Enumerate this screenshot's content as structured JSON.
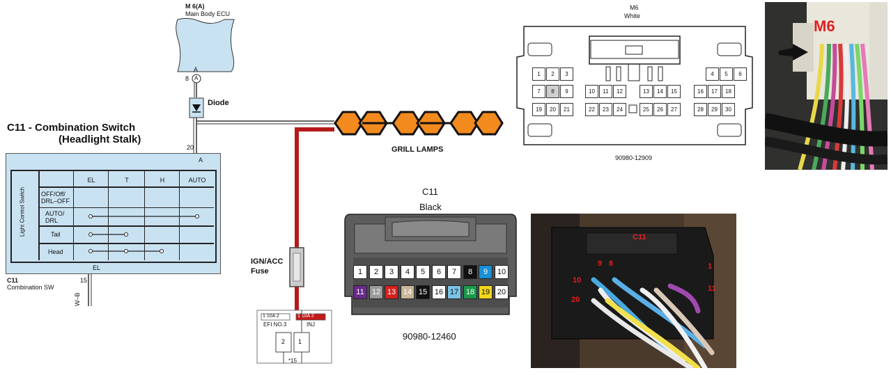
{
  "ecu": {
    "code": "M 6(A)",
    "name": "Main Body ECU",
    "pin_letter": "A",
    "pin_number": "8",
    "pin_circle": "A"
  },
  "diode_label": "Diode",
  "switch": {
    "title_line1": "C11 - Combination Switch",
    "title_line2": "(Headlight Stalk)",
    "pin_20": "20",
    "pin_a": "A",
    "vertical_label": "Light Control Switch",
    "columns": [
      "EL",
      "T",
      "H",
      "AUTO"
    ],
    "rows": [
      "OFF/Off/ DRL–OFF",
      "AUTO/ DRL",
      "Tail",
      "Head"
    ],
    "el_label": "EL",
    "footer_code": "C11",
    "footer_name": "Combination SW",
    "pin_15": "15",
    "wire_color": "W–B"
  },
  "grill_lamps_label": "GRILL LAMPS",
  "fuse": {
    "label_line1": "IGN/ACC",
    "label_line2": "Fuse",
    "block_left": "1 10A 2",
    "block_left_name": "EFI NO.3",
    "block_right": "1 10A 2",
    "block_right_name": "INJ",
    "slot_left": "2",
    "slot_right": "1",
    "footnote": "*15"
  },
  "m6": {
    "title": "M6",
    "color": "White",
    "part_number": "90980-12909",
    "row1": [
      "1",
      "2",
      "3",
      "4",
      "5",
      "6"
    ],
    "row2": [
      "7",
      "8",
      "9",
      "10",
      "11",
      "12",
      "13",
      "14",
      "15",
      "16",
      "17",
      "18"
    ],
    "row3": [
      "19",
      "20",
      "21",
      "22",
      "23",
      "24",
      "25",
      "26",
      "27",
      "28",
      "29",
      "30"
    ]
  },
  "c11": {
    "title": "C11",
    "color": "Black",
    "part_number": "90980-12460",
    "row1": [
      "1",
      "2",
      "3",
      "4",
      "5",
      "6",
      "7",
      "8",
      "9",
      "10"
    ],
    "row2": [
      "11",
      "12",
      "13",
      "14",
      "15",
      "16",
      "17",
      "18",
      "19",
      "20"
    ],
    "row1_colors": [
      "#ffffff",
      "#ffffff",
      "#ffffff",
      "#ffffff",
      "#ffffff",
      "#ffffff",
      "#ffffff",
      "#111111",
      "#1a8fd6",
      "#ffffff"
    ],
    "row2_colors": [
      "#6a2a8a",
      "#9a9a9a",
      "#d42020",
      "#c9b49a",
      "#111111",
      "#ffffff",
      "#7ac3e6",
      "#1a9a4a",
      "#f3d61a",
      "#ffffff"
    ]
  },
  "photo_m6": {
    "label": "M6"
  },
  "photo_c11": {
    "label": "C11",
    "pin_labels": [
      "9",
      "8",
      "1",
      "10",
      "11",
      "20"
    ]
  },
  "colors": {
    "red_wire": "#b51a1a",
    "lamp_orange": "#f28a1e",
    "ecu_blue": "#c9e2f2"
  }
}
